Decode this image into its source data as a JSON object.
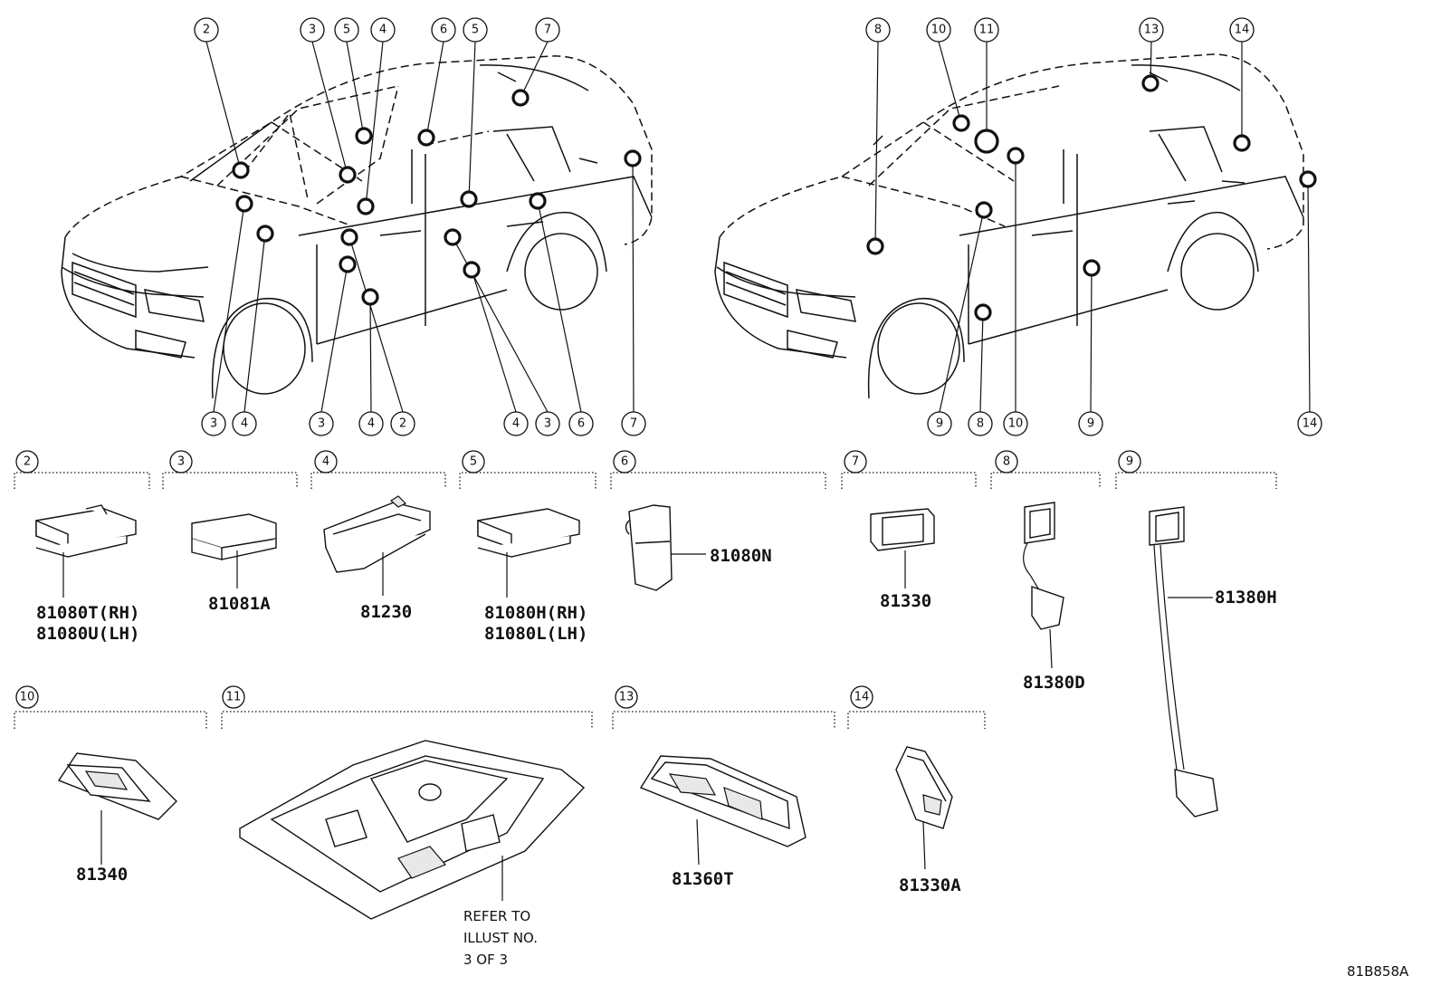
{
  "callout_labels": {
    "c2": "2",
    "c3": "3",
    "c4": "4",
    "c5": "5",
    "c6": "6",
    "c7": "7",
    "c8": "8",
    "c9": "9",
    "c10": "10",
    "c11": "11",
    "c13": "13",
    "c14": "14"
  },
  "parts": {
    "p2_rh": "81080T(RH)",
    "p2_lh": "81080U(LH)",
    "p3": "81081A",
    "p4": "81230",
    "p5_rh": "81080H(RH)",
    "p5_lh": "81080L(LH)",
    "p6": "81080N",
    "p7": "81330",
    "p8": "81380D",
    "p9": "81380H",
    "p10": "81340",
    "p13": "81360T",
    "p14": "81330A"
  },
  "note": {
    "line1": "REFER TO",
    "line2": "ILLUST NO.",
    "line3": "3 OF 3"
  },
  "diagram_code": "81B858A"
}
